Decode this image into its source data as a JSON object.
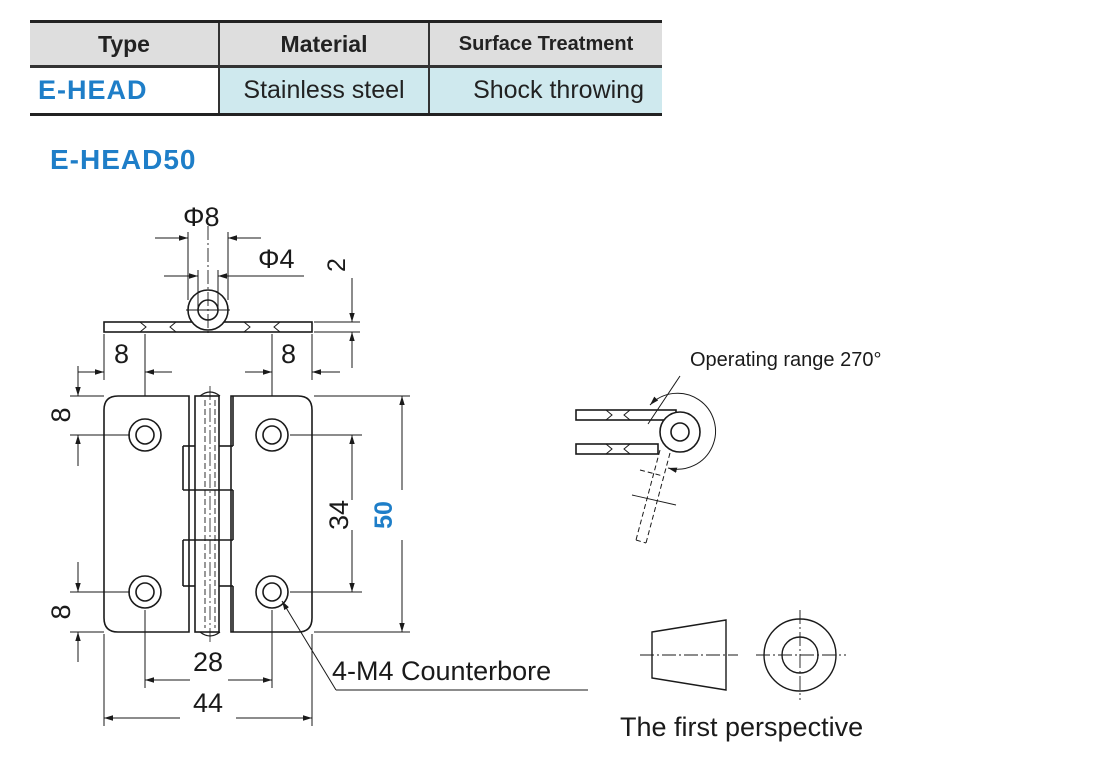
{
  "spec_table": {
    "headers": [
      "Type",
      "Material",
      "Surface Treatment"
    ],
    "row": [
      "E-HEAD",
      "Stainless steel",
      "Shock throwing"
    ]
  },
  "model_name": "E-HEAD50",
  "dimensions": {
    "phi8": "Φ8",
    "phi4": "Φ4",
    "thickness": "2",
    "top_offset_left": "8",
    "top_offset_right": "8",
    "side_offset_top": "8",
    "side_offset_bottom": "8",
    "hole_pitch_vertical": "34",
    "height": "50",
    "hole_pitch_horizontal": "28",
    "width": "44",
    "holes_note": "4-M4  Counterbore"
  },
  "side_view": {
    "operating_range": "Operating range 270°"
  },
  "projection_symbol": {
    "caption": "The first perspective"
  },
  "colors": {
    "accent_blue": "#1e7ec8",
    "header_gray": "#dedede",
    "cell_cyan": "#cfe9ee",
    "line": "#1a1a1a"
  }
}
